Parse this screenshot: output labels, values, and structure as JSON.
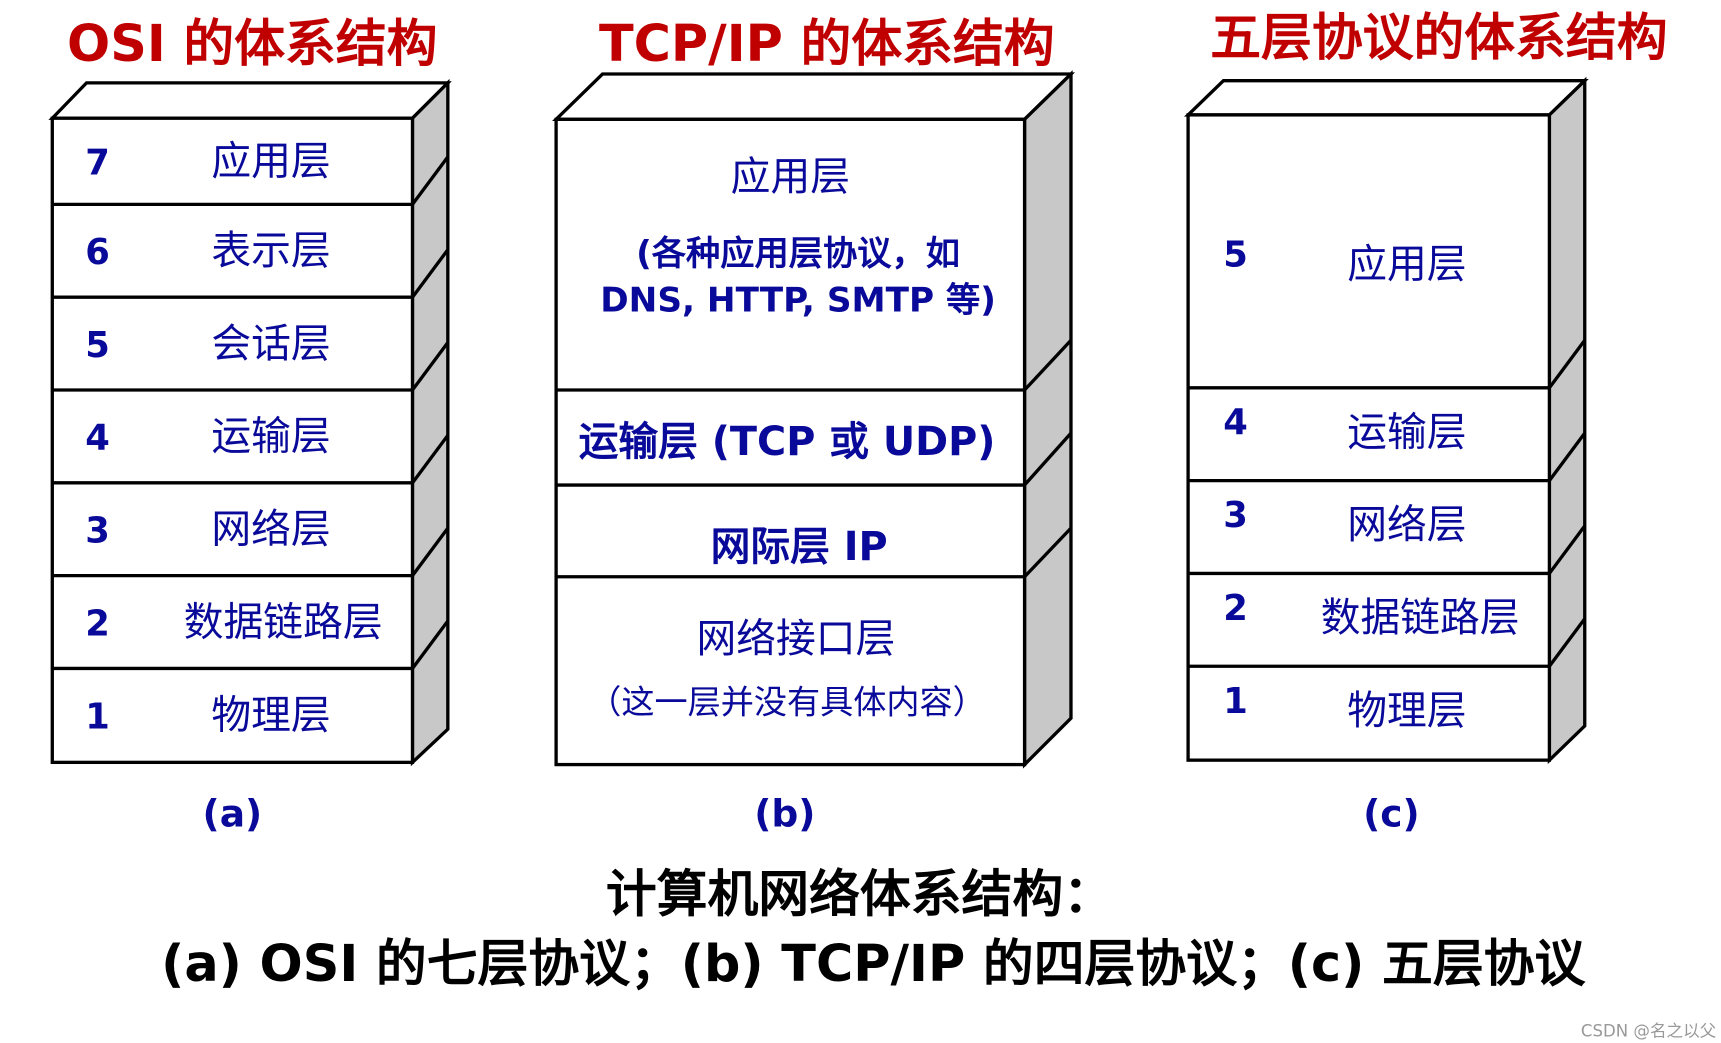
{
  "titles": {
    "a": "OSI 的体系结构",
    "b": "TCP/IP 的体系结构",
    "c": "五层协议的体系结构"
  },
  "osi": [
    {
      "num": "7",
      "label": "应用层"
    },
    {
      "num": "6",
      "label": "表示层"
    },
    {
      "num": "5",
      "label": "会话层"
    },
    {
      "num": "4",
      "label": "运输层"
    },
    {
      "num": "3",
      "label": "网络层"
    },
    {
      "num": "2",
      "label": "数据链路层"
    },
    {
      "num": "1",
      "label": "物理层"
    }
  ],
  "tcpip": {
    "app": "应用层",
    "app_note1": "(各种应用层协议，如",
    "app_note2": "DNS, HTTP, SMTP 等)",
    "transport": "运输层 (TCP 或 UDP)",
    "internet": "网际层 IP",
    "netif": "网络接口层",
    "netif_note": "（这一层并没有具体内容）"
  },
  "five": [
    {
      "num": "5",
      "label": "应用层"
    },
    {
      "num": "4",
      "label": "运输层"
    },
    {
      "num": "3",
      "label": "网络层"
    },
    {
      "num": "2",
      "label": "数据链路层"
    },
    {
      "num": "1",
      "label": "物理层"
    }
  ],
  "sublabels": {
    "a": "(a)",
    "b": "(b)",
    "c": "(c)"
  },
  "caption": {
    "line1": "计算机网络体系结构：",
    "line2": "(a) OSI 的七层协议；(b) TCP/IP 的四层协议；(c) 五层协议"
  },
  "watermark": "CSDN @名之以父"
}
